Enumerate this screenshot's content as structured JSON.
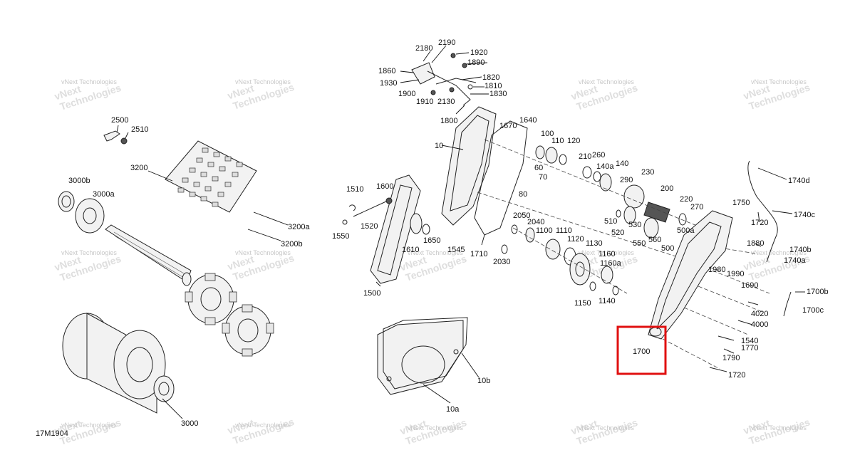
{
  "diagram_code": "17M1904",
  "watermark": {
    "line1": "vNext",
    "line2": "Technologies",
    "full": "vNext Technologies"
  },
  "highlighted_callout": "1700",
  "callouts": {
    "c2180": "2180",
    "c2190": "2190",
    "c1920": "1920",
    "c1890": "1890",
    "c1860": "1860",
    "c1820": "1820",
    "c1930": "1930",
    "c1810": "1810",
    "c1900": "1900",
    "c1830": "1830",
    "c1910": "1910",
    "c2130": "2130",
    "c1800": "1800",
    "c2500": "2500",
    "c2510": "2510",
    "c3200": "3200",
    "c1640": "1640",
    "c1670": "1670",
    "c10": "10",
    "c100": "100",
    "c110": "110",
    "c120": "120",
    "c210": "210",
    "c260": "260",
    "c140": "140",
    "c140a": "140a",
    "c60": "60",
    "c70": "70",
    "c290": "290",
    "c230": "230",
    "c1740d": "1740d",
    "c3000b": "3000b",
    "c3000a": "3000a",
    "c80": "80",
    "c1510": "1510",
    "c1600": "1600",
    "c200": "200",
    "c220": "220",
    "c270": "270",
    "c1750": "1750",
    "c1740c": "1740c",
    "c2050": "2050",
    "c2040": "2040",
    "c1100": "1100",
    "c1110": "1110",
    "c510": "510",
    "c530": "530",
    "c520": "520",
    "c1720a": "1720",
    "c500a": "500a",
    "c3200a": "3200a",
    "c1550": "1550",
    "c1520": "1520",
    "c1650": "1650",
    "c1120": "1120",
    "c560": "560",
    "c550": "550",
    "c500": "500",
    "c1880": "1880",
    "c1740b": "1740b",
    "c3200b": "3200b",
    "c1130": "1130",
    "c1160": "1160",
    "c1740a": "1740a",
    "c1610": "1610",
    "c1545": "1545",
    "c1710": "1710",
    "c1160a": "1160a",
    "c2030": "2030",
    "c1980": "1980",
    "c1990": "1990",
    "c1690": "1690",
    "c1500": "1500",
    "c1700b": "1700b",
    "c1150": "1150",
    "c1140": "1140",
    "c1700c": "1700c",
    "c4020": "4020",
    "c4000": "4000",
    "c1540": "1540",
    "c1770": "1770",
    "c1700": "1700",
    "c1790": "1790",
    "c10b": "10b",
    "c1720b": "1720",
    "c3000": "3000",
    "c10a": "10a"
  }
}
